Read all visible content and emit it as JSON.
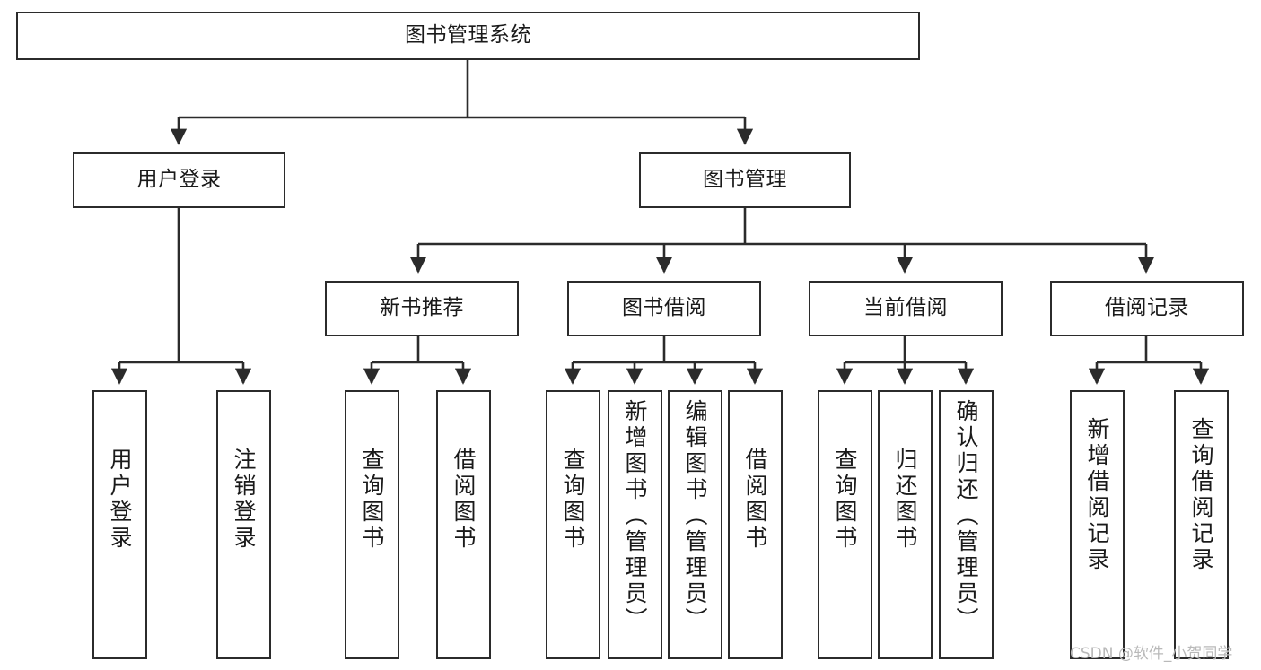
{
  "diagram": {
    "type": "tree",
    "title": "图书管理系统",
    "watermark": "CSDN @软件_小贺同学",
    "colors": {
      "box_border": "#2b2b2b",
      "box_fill": "#ffffff",
      "connector": "#2b2b2b",
      "text": "#1a1a1a",
      "watermark": "#b9b9b9"
    },
    "levels": {
      "level1": [
        "图书管理系统"
      ],
      "level2": [
        "用户登录",
        "图书管理"
      ],
      "level3": [
        "新书推荐",
        "图书借阅",
        "当前借阅",
        "借阅记录"
      ],
      "level4": [
        "用户登录",
        "注销登录",
        "查询图书",
        "借阅图书",
        "查询图书",
        "新增图书（管理员）",
        "编辑图书（管理员）",
        "借阅图书",
        "查询图书",
        "归还图书",
        "确认归还（管理员）",
        "新增借阅记录",
        "查询借阅记录"
      ]
    },
    "nodes": {
      "root": {
        "label": "图书管理系统"
      },
      "user_login": {
        "label": "用户登录"
      },
      "book_mgmt": {
        "label": "图书管理"
      },
      "new_book_rec": {
        "label": "新书推荐"
      },
      "book_borrow": {
        "label": "图书借阅"
      },
      "current_borrow": {
        "label": "当前借阅"
      },
      "borrow_record": {
        "label": "借阅记录"
      },
      "leaf_user_login": {
        "label": "用户登录"
      },
      "leaf_logout": {
        "label": "注销登录"
      },
      "leaf_query_book_1": {
        "label": "查询图书"
      },
      "leaf_borrow_book_1": {
        "label": "借阅图书"
      },
      "leaf_query_book_2": {
        "label": "查询图书"
      },
      "leaf_add_book_admin": {
        "label": "新增图书（管理员）"
      },
      "leaf_edit_book_admin": {
        "label": "编辑图书（管理员）"
      },
      "leaf_borrow_book_2": {
        "label": "借阅图书"
      },
      "leaf_query_book_3": {
        "label": "查询图书"
      },
      "leaf_return_book": {
        "label": "归还图书"
      },
      "leaf_confirm_return_admin": {
        "label": "确认归还（管理员）"
      },
      "leaf_add_borrow_record": {
        "label": "新增借阅记录"
      },
      "leaf_query_borrow_record": {
        "label": "查询借阅记录"
      }
    },
    "edges": [
      {
        "from": "root",
        "to": "user_login"
      },
      {
        "from": "root",
        "to": "book_mgmt"
      },
      {
        "from": "user_login",
        "to": "leaf_user_login"
      },
      {
        "from": "user_login",
        "to": "leaf_logout"
      },
      {
        "from": "book_mgmt",
        "to": "new_book_rec"
      },
      {
        "from": "book_mgmt",
        "to": "book_borrow"
      },
      {
        "from": "book_mgmt",
        "to": "current_borrow"
      },
      {
        "from": "book_mgmt",
        "to": "borrow_record"
      },
      {
        "from": "new_book_rec",
        "to": "leaf_query_book_1"
      },
      {
        "from": "new_book_rec",
        "to": "leaf_borrow_book_1"
      },
      {
        "from": "book_borrow",
        "to": "leaf_query_book_2"
      },
      {
        "from": "book_borrow",
        "to": "leaf_add_book_admin"
      },
      {
        "from": "book_borrow",
        "to": "leaf_edit_book_admin"
      },
      {
        "from": "book_borrow",
        "to": "leaf_borrow_book_2"
      },
      {
        "from": "current_borrow",
        "to": "leaf_query_book_3"
      },
      {
        "from": "current_borrow",
        "to": "leaf_return_book"
      },
      {
        "from": "current_borrow",
        "to": "leaf_confirm_return_admin"
      },
      {
        "from": "borrow_record",
        "to": "leaf_add_borrow_record"
      },
      {
        "from": "borrow_record",
        "to": "leaf_query_borrow_record"
      }
    ]
  }
}
